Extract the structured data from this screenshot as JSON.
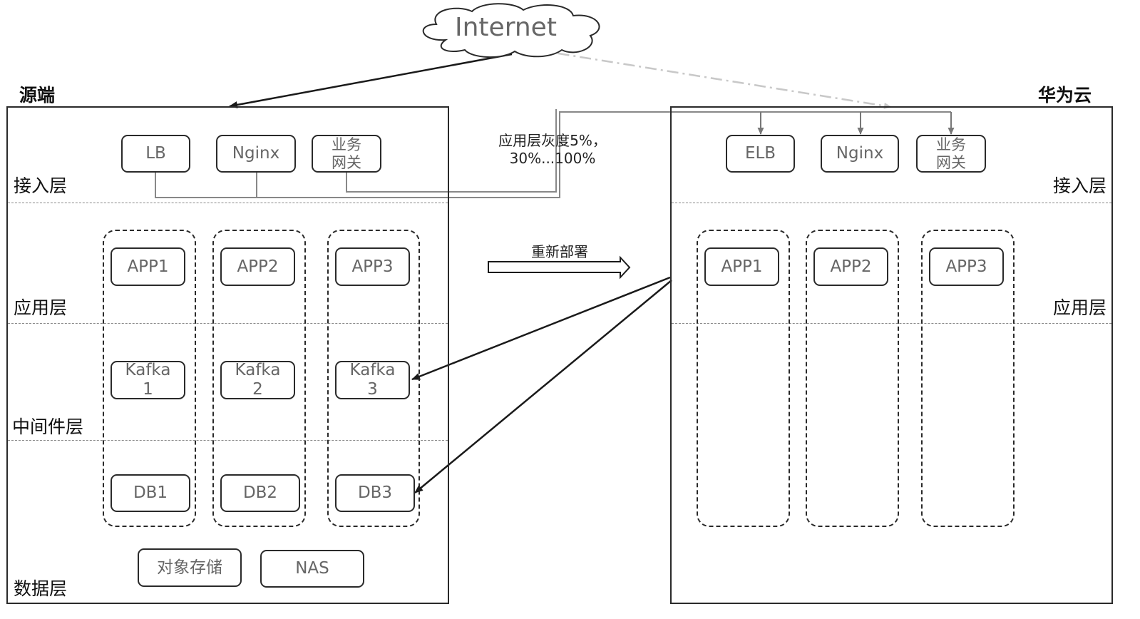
{
  "internet": {
    "label": "Internet"
  },
  "source": {
    "title": "源端",
    "layers": {
      "access": "接入层",
      "app": "应用层",
      "middleware": "中间件层",
      "data": "数据层"
    },
    "access_nodes": [
      "LB",
      "Nginx",
      "业务\n网关"
    ],
    "apps": [
      "APP1",
      "APP2",
      "APP3"
    ],
    "kafka": [
      "Kafka\n1",
      "Kafka\n2",
      "Kafka\n3"
    ],
    "dbs": [
      "DB1",
      "DB2",
      "DB3"
    ],
    "storage": [
      "对象存储",
      "NAS"
    ]
  },
  "cloud": {
    "title": "华为云",
    "layers": {
      "access": "接入层",
      "app": "应用层"
    },
    "access_nodes": [
      "ELB",
      "Nginx",
      "业务\n网关"
    ],
    "apps": [
      "APP1",
      "APP2",
      "APP3"
    ]
  },
  "annotations": {
    "gray_release": "应用层灰度5%，\n30%...100%",
    "redeploy": "重新部署"
  }
}
